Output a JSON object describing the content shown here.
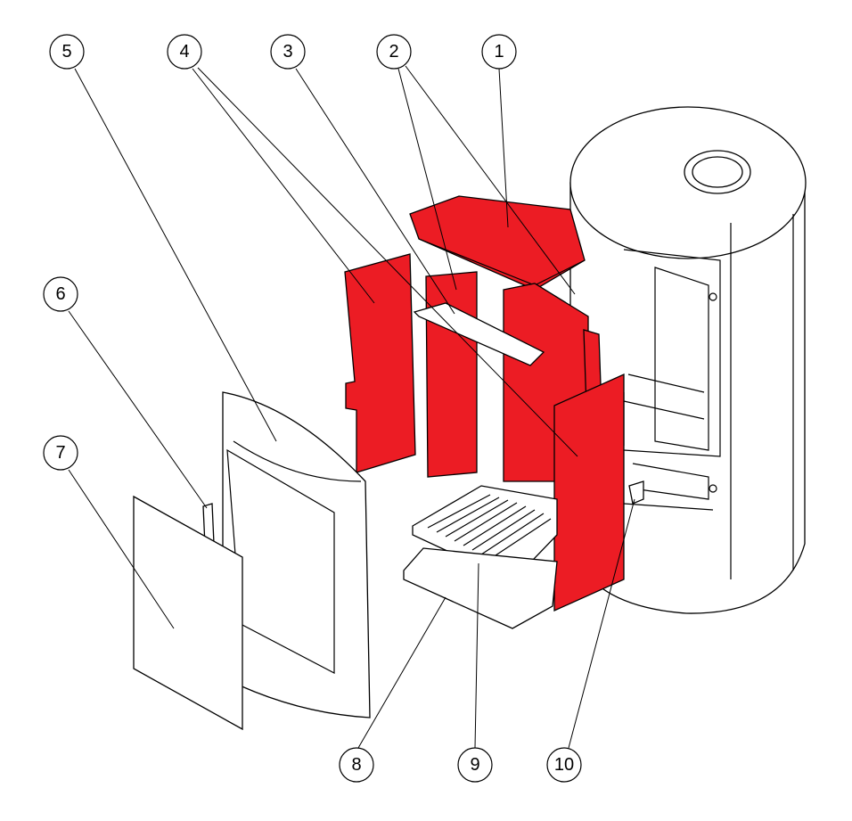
{
  "diagram": {
    "callouts": [
      {
        "id": "1",
        "label": "1"
      },
      {
        "id": "2",
        "label": "2"
      },
      {
        "id": "3",
        "label": "3"
      },
      {
        "id": "4",
        "label": "4"
      },
      {
        "id": "5",
        "label": "5"
      },
      {
        "id": "6",
        "label": "6"
      },
      {
        "id": "7",
        "label": "7"
      },
      {
        "id": "8",
        "label": "8"
      },
      {
        "id": "9",
        "label": "9"
      },
      {
        "id": "10",
        "label": "10"
      }
    ],
    "colors": {
      "refractory": "#ec1c24",
      "line": "#000000",
      "background": "#ffffff"
    }
  }
}
